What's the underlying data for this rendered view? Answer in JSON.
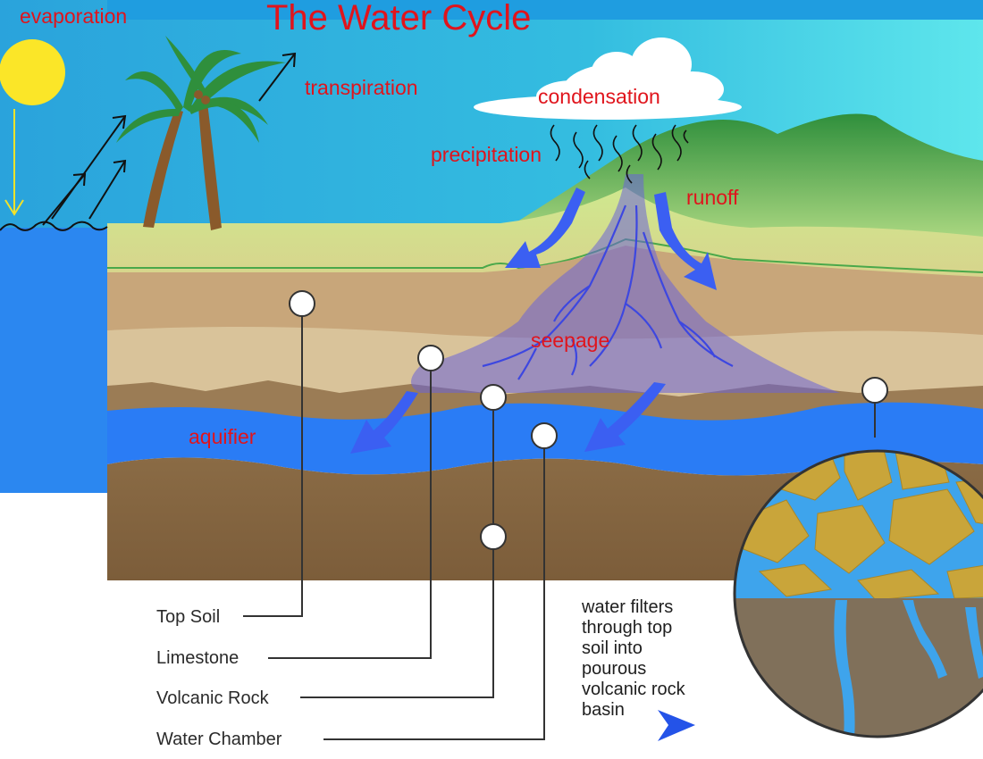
{
  "title": "The Water Cycle",
  "labels": {
    "evaporation": "evaporation",
    "transpiration": "transpiration",
    "condensation": "condensation",
    "precipitation": "precipitation",
    "runoff": "runoff",
    "seepage": "seepage",
    "aquifier": "aquifier"
  },
  "legend": [
    {
      "label": "Top Soil"
    },
    {
      "label": "Limestone"
    },
    {
      "label": "Volcanic Rock"
    },
    {
      "label": "Water Chamber"
    }
  ],
  "note_lines": [
    "water filters",
    "through top",
    "soil into",
    "pourous",
    "volcanic rock",
    "basin"
  ],
  "colors": {
    "label_red": "#e0141c",
    "sky": "#2fa7df",
    "ocean": "#2b87f0",
    "sun": "#fbe628",
    "aquifer_blue": "#2a7cf5",
    "arrow_blue": "#3b5ff2",
    "hill_green": "#38a446",
    "soil_brown": "#8a6b45",
    "rock_gold": "#c9a53a"
  },
  "icons": [
    "sun-icon",
    "palm-tree-icon",
    "cloud-icon",
    "arrow-icon"
  ]
}
